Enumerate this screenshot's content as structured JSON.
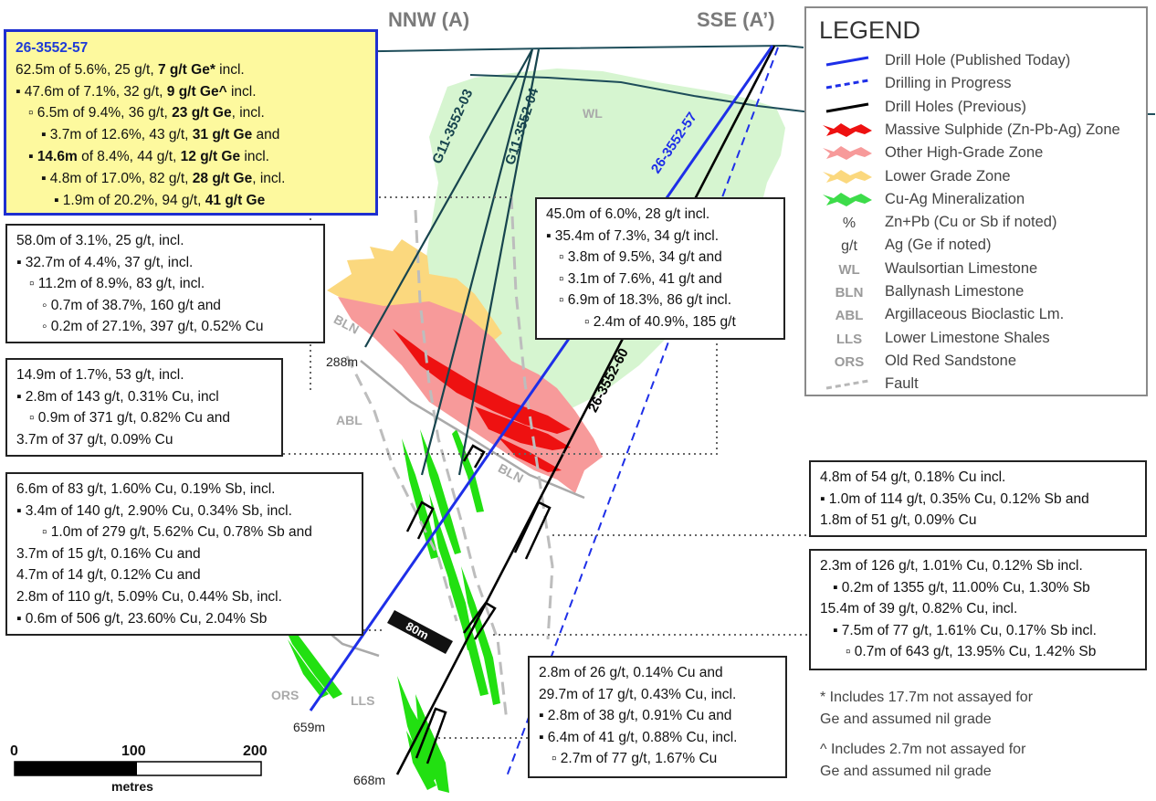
{
  "headers": {
    "left": "NNW (A)",
    "right": "SSE (A’)"
  },
  "drill_labels": {
    "g03": "G11-3552-03",
    "g04": "G11-3552-04",
    "h57": "26-3552-57",
    "h60": "26-3552-60"
  },
  "depth_labels": {
    "d288": "288m",
    "d659": "659m",
    "d668": "668m"
  },
  "unit_labels": {
    "wl": "WL",
    "bln1": "BLN",
    "bln2": "BLN",
    "abl": "ABL",
    "ors": "ORS",
    "lls": "LLS"
  },
  "scale": {
    "t0": "0",
    "t100": "100",
    "t200": "200",
    "unit": "metres",
    "tag": "80m"
  },
  "highlight": {
    "title": "26-3552-57",
    "lines": [
      {
        "indent": 0,
        "parts": [
          {
            "t": "62.5m of 5.6%, 25 g/t, ",
            "b": false
          },
          {
            "t": "7 g/t Ge*",
            "b": true
          },
          {
            "t": " incl.",
            "b": false
          }
        ]
      },
      {
        "indent": 0,
        "parts": [
          {
            "t": "▪ 47.6m of 7.1%, 32 g/t, ",
            "b": false
          },
          {
            "t": "9 g/t Ge^",
            "b": true
          },
          {
            "t": " incl.",
            "b": false
          }
        ]
      },
      {
        "indent": 1,
        "parts": [
          {
            "t": "▫ 6.5m of 9.4%, 36 g/t, ",
            "b": false
          },
          {
            "t": "23 g/t Ge",
            "b": true
          },
          {
            "t": ", incl.",
            "b": false
          }
        ]
      },
      {
        "indent": 2,
        "parts": [
          {
            "t": "▪ 3.7m of 12.6%, 43 g/t, ",
            "b": false
          },
          {
            "t": "31 g/t Ge",
            "b": true
          },
          {
            "t": " and",
            "b": false
          }
        ]
      },
      {
        "indent": 1,
        "parts": [
          {
            "t": "▪ ",
            "b": false
          },
          {
            "t": "14.6m",
            "b": true
          },
          {
            "t": " of 8.4%, 44 g/t, ",
            "b": false
          },
          {
            "t": "12 g/t Ge",
            "b": true
          },
          {
            "t": " incl.",
            "b": false
          }
        ]
      },
      {
        "indent": 2,
        "parts": [
          {
            "t": "▪ 4.8m of 17.0%, 82 g/t, ",
            "b": false
          },
          {
            "t": "28 g/t Ge",
            "b": true
          },
          {
            "t": ", incl.",
            "b": false
          }
        ]
      },
      {
        "indent": 3,
        "parts": [
          {
            "t": "▪ 1.9m of 20.2%, 94 g/t, ",
            "b": false
          },
          {
            "t": "41 g/t Ge",
            "b": true
          }
        ]
      }
    ]
  },
  "boxes": {
    "b1": [
      {
        "indent": 0,
        "text": "58.0m of 3.1%, 25 g/t, incl."
      },
      {
        "indent": 0,
        "text": "▪ 32.7m of 4.4%, 37 g/t, incl."
      },
      {
        "indent": 1,
        "text": "▫ 11.2m of 8.9%, 83 g/t, incl."
      },
      {
        "indent": 2,
        "text": "◦ 0.7m of 38.7%, 160 g/t and"
      },
      {
        "indent": 2,
        "text": "◦ 0.2m of 27.1%, 397 g/t, 0.52% Cu"
      }
    ],
    "b2": [
      {
        "indent": 0,
        "text": "14.9m of 1.7%, 53 g/t, incl."
      },
      {
        "indent": 0,
        "text": "▪ 2.8m of 143 g/t, 0.31% Cu, incl"
      },
      {
        "indent": 1,
        "text": "▫ 0.9m of 371 g/t, 0.82% Cu and"
      },
      {
        "indent": 0,
        "text": "3.7m of 37 g/t, 0.09% Cu"
      }
    ],
    "b3": [
      {
        "indent": 0,
        "text": "6.6m of 83 g/t, 1.60% Cu, 0.19% Sb, incl."
      },
      {
        "indent": 0,
        "text": "▪ 3.4m of 140 g/t, 2.90% Cu, 0.34% Sb, incl."
      },
      {
        "indent": 2,
        "text": "▫ 1.0m of 279 g/t, 5.62% Cu, 0.78% Sb and"
      },
      {
        "indent": 0,
        "text": "3.7m of 15 g/t, 0.16% Cu and"
      },
      {
        "indent": 0,
        "text": "4.7m of 14 g/t, 0.12% Cu and"
      },
      {
        "indent": 0,
        "text": "2.8m of 110 g/t, 5.09% Cu, 0.44% Sb, incl."
      },
      {
        "indent": 0,
        "text": "▪ 0.6m of 506 g/t, 23.60% Cu, 2.04% Sb"
      }
    ],
    "b4": [
      {
        "indent": 0,
        "text": "45.0m of 6.0%, 28 g/t incl."
      },
      {
        "indent": 0,
        "text": "▪ 35.4m of 7.3%, 34 g/t incl."
      },
      {
        "indent": 1,
        "text": "▫ 3.8m of 9.5%, 34 g/t and"
      },
      {
        "indent": 1,
        "text": "▫ 3.1m of 7.6%, 41 g/t and"
      },
      {
        "indent": 1,
        "text": "▫ 6.9m of 18.3%, 86 g/t incl."
      },
      {
        "indent": 3,
        "text": "▫ 2.4m of 40.9%, 185 g/t"
      }
    ],
    "b5": [
      {
        "indent": 0,
        "text": "4.8m of 54 g/t, 0.18% Cu incl."
      },
      {
        "indent": 0,
        "text": "▪ 1.0m of 114 g/t, 0.35% Cu, 0.12% Sb and"
      },
      {
        "indent": 0,
        "text": "1.8m of 51 g/t, 0.09% Cu"
      }
    ],
    "b6": [
      {
        "indent": 0,
        "text": "2.3m of 126 g/t, 1.01% Cu, 0.12% Sb incl."
      },
      {
        "indent": 1,
        "text": "▪ 0.2m of 1355 g/t, 11.00% Cu, 1.30% Sb"
      },
      {
        "indent": 0,
        "text": "15.4m of 39 g/t, 0.82% Cu, incl."
      },
      {
        "indent": 1,
        "text": "▪ 7.5m of 77 g/t, 1.61% Cu, 0.17% Sb  incl."
      },
      {
        "indent": 2,
        "text": "▫ 0.7m of 643 g/t, 13.95% Cu, 1.42% Sb"
      }
    ],
    "b7": [
      {
        "indent": 0,
        "text": "2.8m of 26 g/t, 0.14% Cu and"
      },
      {
        "indent": 0,
        "text": "29.7m of 17 g/t, 0.43% Cu, incl."
      },
      {
        "indent": 0,
        "text": "▪ 2.8m of 38 g/t, 0.91% Cu and"
      },
      {
        "indent": 0,
        "text": "▪ 6.4m of 41 g/t, 0.88% Cu, incl."
      },
      {
        "indent": 1,
        "text": "▫ 2.7m of 77 g/t, 1.67% Cu"
      }
    ]
  },
  "notes": {
    "star_1": "* Includes 17.7m not assayed for",
    "star_2": "Ge and assumed nil grade",
    "caret_1": "^ Includes 2.7m not assayed for",
    "caret_2": "Ge and assumed nil grade"
  },
  "legend": {
    "title": "LEGEND",
    "items": [
      {
        "sym": "line-solid",
        "color": "#1e2fe8",
        "label": "Drill Hole (Published Today)"
      },
      {
        "sym": "line-dash",
        "color": "#1e2fe8",
        "label": "Drilling in Progress"
      },
      {
        "sym": "line-solid",
        "color": "#000000",
        "label": "Drill Holes (Previous)"
      },
      {
        "sym": "zone",
        "color": "#ee1111",
        "label": "Massive Sulphide (Zn-Pb-Ag) Zone"
      },
      {
        "sym": "zone",
        "color": "#f79a9a",
        "label": "Other High-Grade Zone"
      },
      {
        "sym": "zone",
        "color": "#fbd87e",
        "label": "Lower Grade Zone"
      },
      {
        "sym": "zone",
        "color": "#3ddc4a",
        "label": "Cu-Ag Mineralization"
      },
      {
        "sym": "text",
        "abbr": "%",
        "label": "Zn+Pb (Cu or Sb if noted)"
      },
      {
        "sym": "text",
        "abbr": "g/t",
        "label": "Ag (Ge if noted)"
      },
      {
        "sym": "abbr",
        "abbr": "WL",
        "label": "Waulsortian Limestone"
      },
      {
        "sym": "abbr",
        "abbr": "BLN",
        "label": "Ballynash Limestone"
      },
      {
        "sym": "abbr",
        "abbr": "ABL",
        "label": "Argillaceous Bioclastic Lm."
      },
      {
        "sym": "abbr",
        "abbr": "LLS",
        "label": "Lower Limestone Shales"
      },
      {
        "sym": "abbr",
        "abbr": "ORS",
        "label": "Old Red Sandstone"
      },
      {
        "sym": "line-dash",
        "color": "#b8b8b8",
        "label": "Fault"
      }
    ]
  }
}
